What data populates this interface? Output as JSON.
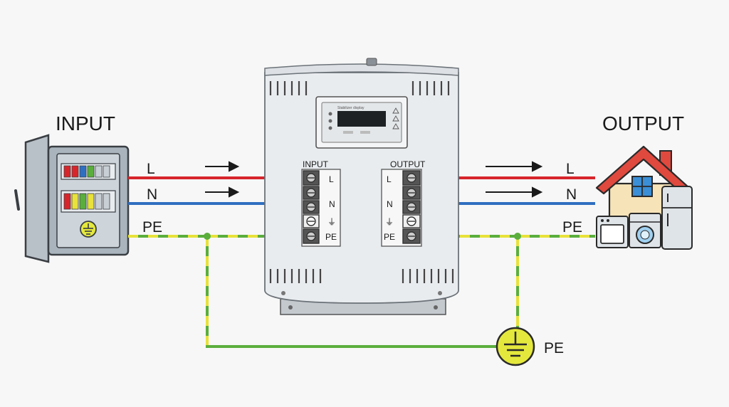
{
  "title_input": "INPUT",
  "title_output": "OUTPUT",
  "wires": {
    "l": "L",
    "n": "N",
    "pe": "PE"
  },
  "terminals": {
    "input_header": "INPUT",
    "output_header": "OUTPUT",
    "input_labels": [
      "L",
      "N",
      "⏚",
      "PE"
    ],
    "output_labels": [
      "L",
      "N",
      "⏚",
      "PE"
    ]
  },
  "ground_label": "PE",
  "display_text": "Stabilizer display",
  "colors": {
    "live": "#d7262b",
    "neutral": "#2f6fc0",
    "earth_green": "#5aae3c",
    "earth_yellow": "#e8e23a",
    "house_roof": "#e0493e",
    "house_wall": "#f6e3b8",
    "cabinet": "#9aa4ad",
    "ground_fill": "#e4e83c"
  },
  "icons": [
    "distribution-panel-icon",
    "stabilizer-icon",
    "house-icon",
    "appliances-icon",
    "ground-symbol-icon",
    "arrow-right-icon"
  ]
}
